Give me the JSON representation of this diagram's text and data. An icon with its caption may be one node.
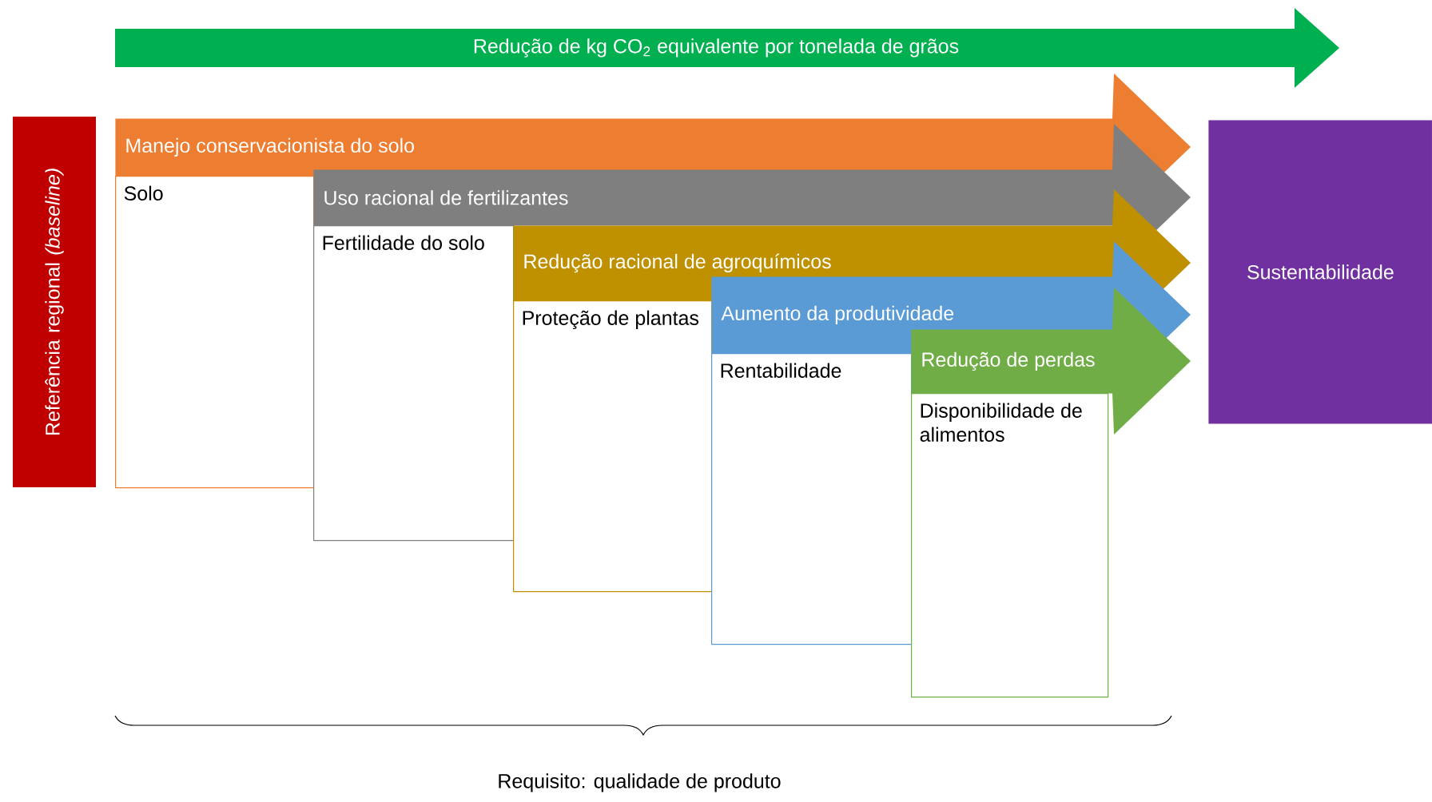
{
  "diagram": {
    "nodes": [
      {
        "text": [
          "Redução de kg CO$_{2}$ equivalente por tonelada de grãos"
        ]
      },
      {
        "text": [
          "Referência regional *(baseline)*"
        ]
      },
      {
        "text": [
          "Manejo conservacionista do solo"
        ]
      },
      {
        "text": [
          "Solo"
        ]
      },
      {
        "text": [
          "Uso racional de fertilizantes"
        ]
      },
      {
        "text": [
          "Fertilidade do solo"
        ]
      },
      {
        "text": [
          "Redução racional de agroquímicos"
        ]
      },
      {
        "text": [
          "Proteção de plantas"
        ]
      },
      {
        "text": [
          "Aumento da produtividade"
        ]
      },
      {
        "text": [
          "Rentabilidade"
        ]
      },
      {
        "text": [
          "Redução de perdas"
        ]
      },
      {
        "text": [
          "Disponibilidade de alimentos"
        ]
      },
      {
        "text": [
          "Sustentabilidade"
        ]
      }
    ],
    "labels": [
      "Requisito: qualidade de produto"
    ]
  }
}
